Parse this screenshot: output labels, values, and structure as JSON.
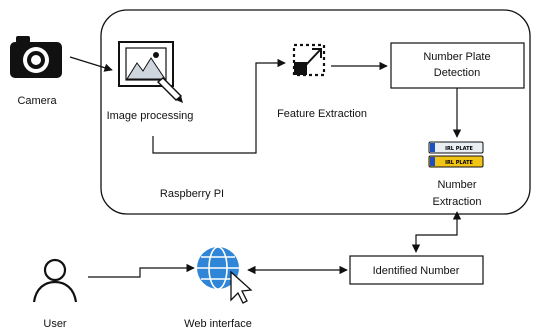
{
  "nodes": {
    "camera": "Camera",
    "image_processing": "Image processing",
    "feature_extraction": "Feature Extraction",
    "number_plate_detection_line1": "Number Plate",
    "number_plate_detection_line2": "Detection",
    "number_extraction_line1": "Number",
    "number_extraction_line2": "Extraction",
    "raspberry_pi": "Raspberry PI",
    "identified_number": "Identified Number",
    "user": "User",
    "web_interface": "Web interface"
  },
  "plates": [
    "IRL PLATE",
    "IRL PLATE"
  ],
  "icons": {
    "camera": "camera-icon",
    "image_processing": "image-edit-icon",
    "feature_extraction": "expand-selection-icon",
    "user": "user-icon",
    "web_interface": "globe-cursor-icon"
  },
  "colors": {
    "globe": "#2f86d6",
    "plate_white": "#e9eef2",
    "plate_yellow": "#f2c416",
    "plate_band": "#1f4fbf"
  }
}
